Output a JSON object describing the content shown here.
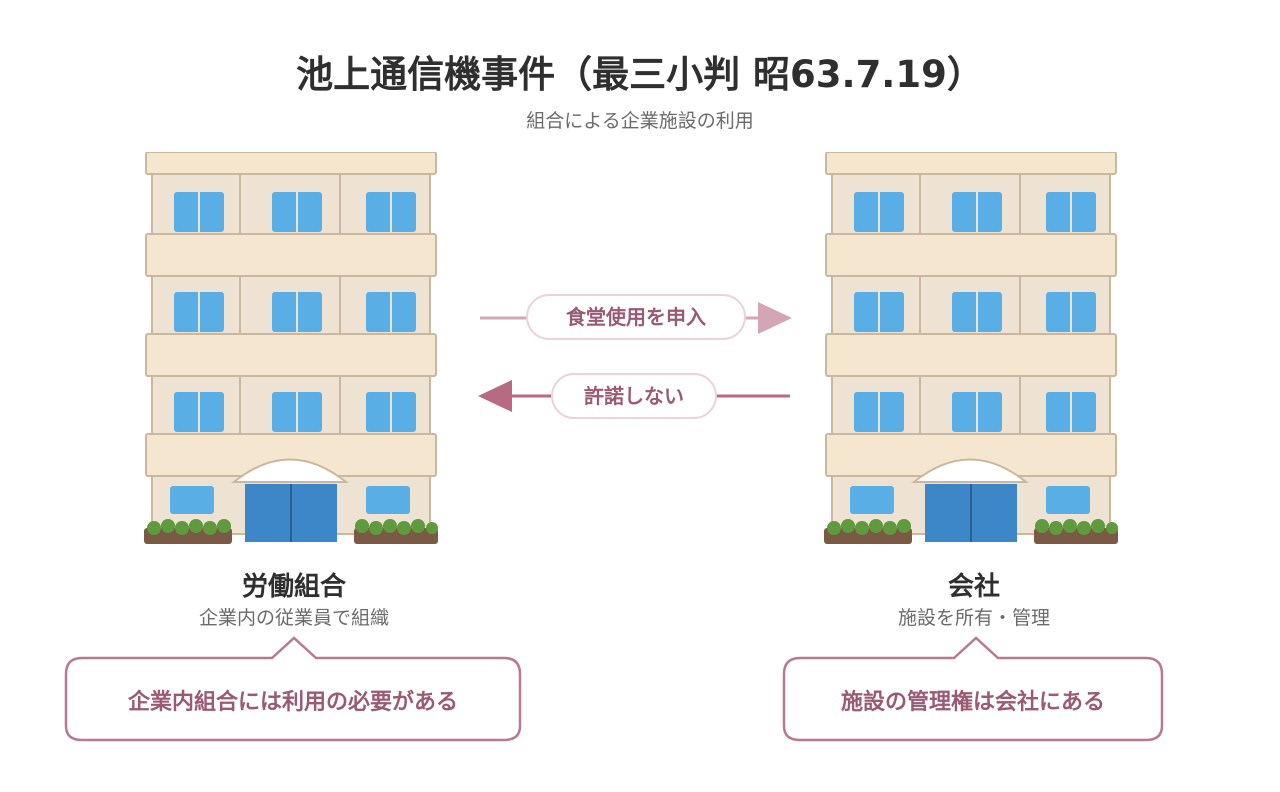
{
  "title": "池上通信機事件（最三小判 昭63.7.19）",
  "subtitle": "組合による企業施設の利用",
  "left_party": {
    "name": "労働組合",
    "description": "企業内の従業員で組織",
    "note": "企業内組合には利用の必要がある"
  },
  "right_party": {
    "name": "会社",
    "description": "施設を所有・管理",
    "note": "施設の管理権は会社にある"
  },
  "arrows": {
    "request_label": "食堂使用を申入",
    "refusal_label": "許諾しない"
  },
  "colors": {
    "accent": "#9a5a75",
    "arrow_request": "#d4a6b5",
    "arrow_refusal": "#b86a82",
    "wall": "#eee3d2",
    "band": "#f5e6cf",
    "window": "#5aaee6",
    "door": "#3d86c8",
    "shrub": "#5f9a3e"
  }
}
